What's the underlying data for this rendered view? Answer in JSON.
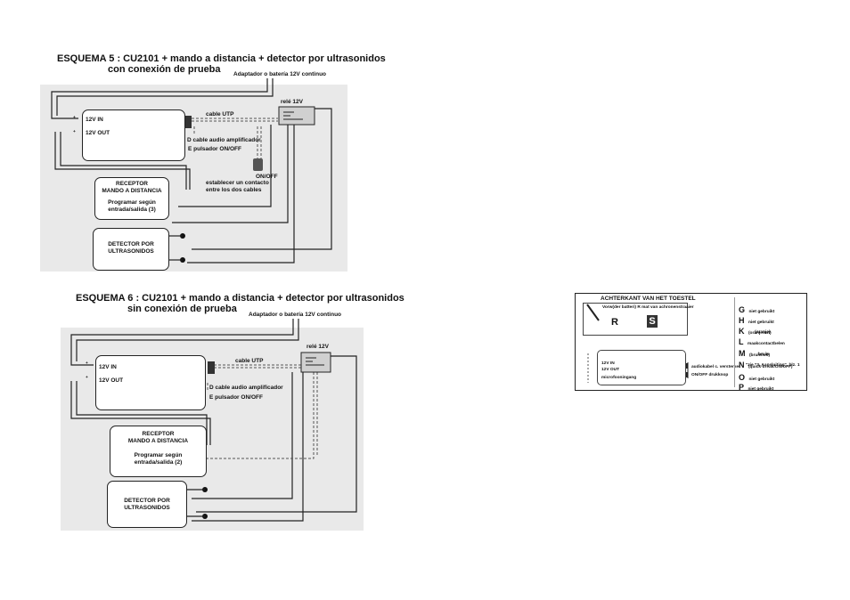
{
  "schema5": {
    "title_line1": "ESQUEMA 5 : CU2101 + mando a distancia + detector por ultrasonidos",
    "title_line2": "con conexión de prueba",
    "power_label": "Adaptador o batería 12V continuo",
    "relay_label": "relé 12V",
    "in_label": "12V IN",
    "out_label": "12V OUT",
    "plus": "+",
    "minus": "-",
    "cable_utp": "cable UTP",
    "audio_cable": "D cable audio amplificador",
    "pushbutton": "E pulsador ON/OFF",
    "onoff": "ON/OFF",
    "contact_note_1": "establecer un contacto",
    "contact_note_2": "entre los dos cables",
    "receiver_1": "RECEPTOR",
    "receiver_2": "MANDO A DISTANCIA",
    "program_1": "Programar según",
    "program_2": "entrada/salida (3)",
    "detector_1": "DETECTOR POR",
    "detector_2": "ULTRASONIDOS"
  },
  "schema6": {
    "title_line1": "ESQUEMA 6 : CU2101 + mando a distancia + detector por ultrasonidos",
    "title_line2": "sin conexión de prueba",
    "power_label": "Adaptador o batería 12V continuo",
    "relay_label": "relé 12V",
    "in_label": "12V IN",
    "out_label": "12V OUT",
    "plus": "+",
    "minus": "-",
    "cable_utp": "cable UTP",
    "audio_cable": "D cable audio amplificador",
    "pushbutton": "E pulsador ON/OFF",
    "receiver_1": "RECEPTOR",
    "receiver_2": "MANDO A DISTANCIA",
    "program_1": "Programar según",
    "program_2": "entrada/salida (2)",
    "detector_1": "DETECTOR POR",
    "detector_2": "ULTRASONIDOS"
  },
  "back_panel": {
    "title": "ACHTERKANT VAN HET TOESTEL",
    "fuse_note": "Vorw(der batteri) R mat van achronenstraaier",
    "r": "R",
    "s": "S",
    "in": "12V IN",
    "out": "12V OUT",
    "mic": "microfooningang",
    "audio": "audiokabel c. versterker",
    "onoff": "ON/OFF drukknop",
    "legend": [
      {
        "letter": "G",
        "text": "niet gebruikt"
      },
      {
        "letter": "H",
        "text": "niet gebruikt"
      },
      {
        "letter": "K",
        "text": "(oranje/wit)"
      },
      {
        "letter": "L",
        "text": "maakcontactbelen",
        "top": "(oranje)"
      },
      {
        "letter": "M",
        "text": "(bruin/wit)"
      },
      {
        "letter": "N",
        "text": "(quick-break/ON/OFF)",
        "top": "bruin",
        "extra": "\"zie \"3. Aansluiting\", blz. 1"
      },
      {
        "letter": "O",
        "text": "niet gebruikt"
      },
      {
        "letter": "P",
        "text": "niet gebruikt"
      }
    ]
  }
}
